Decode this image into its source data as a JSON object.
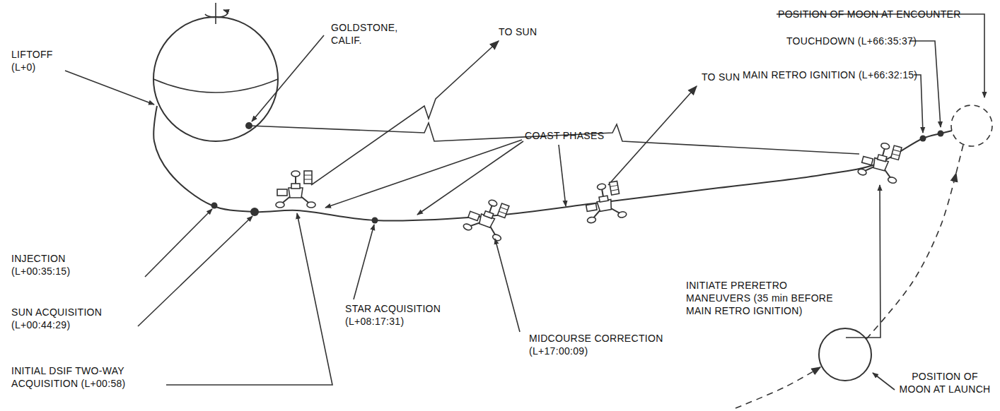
{
  "diagram": {
    "labels": [
      "TO SUN",
      "TO SUN",
      "POSITION OF MOON AT ENCOUNTER",
      "TOUCHDOWN (L+66:35:37)",
      "MAIN RETRO IGNITION (L+66:32:15)",
      "GOLDSTONE, CALIF.",
      "LIFTOFF (L+0)",
      "COAST PHASES",
      "INJECTION (L+00:35:15)",
      "SUN ACQUISITION (L+00:44:29)",
      "INITIAL DSIF TWO-WAY ACQUISITION (L+00:58)",
      "STAR ACQUISITION (L+08:17:31)",
      "MIDCOURSE CORRECTION (L+17:00:09)",
      "INITIATE PRERETRO MANEUVERS (35 min BEFORE MAIN RETRO IGNITION)",
      "POSITION OF MOON AT LAUNCH"
    ]
  }
}
